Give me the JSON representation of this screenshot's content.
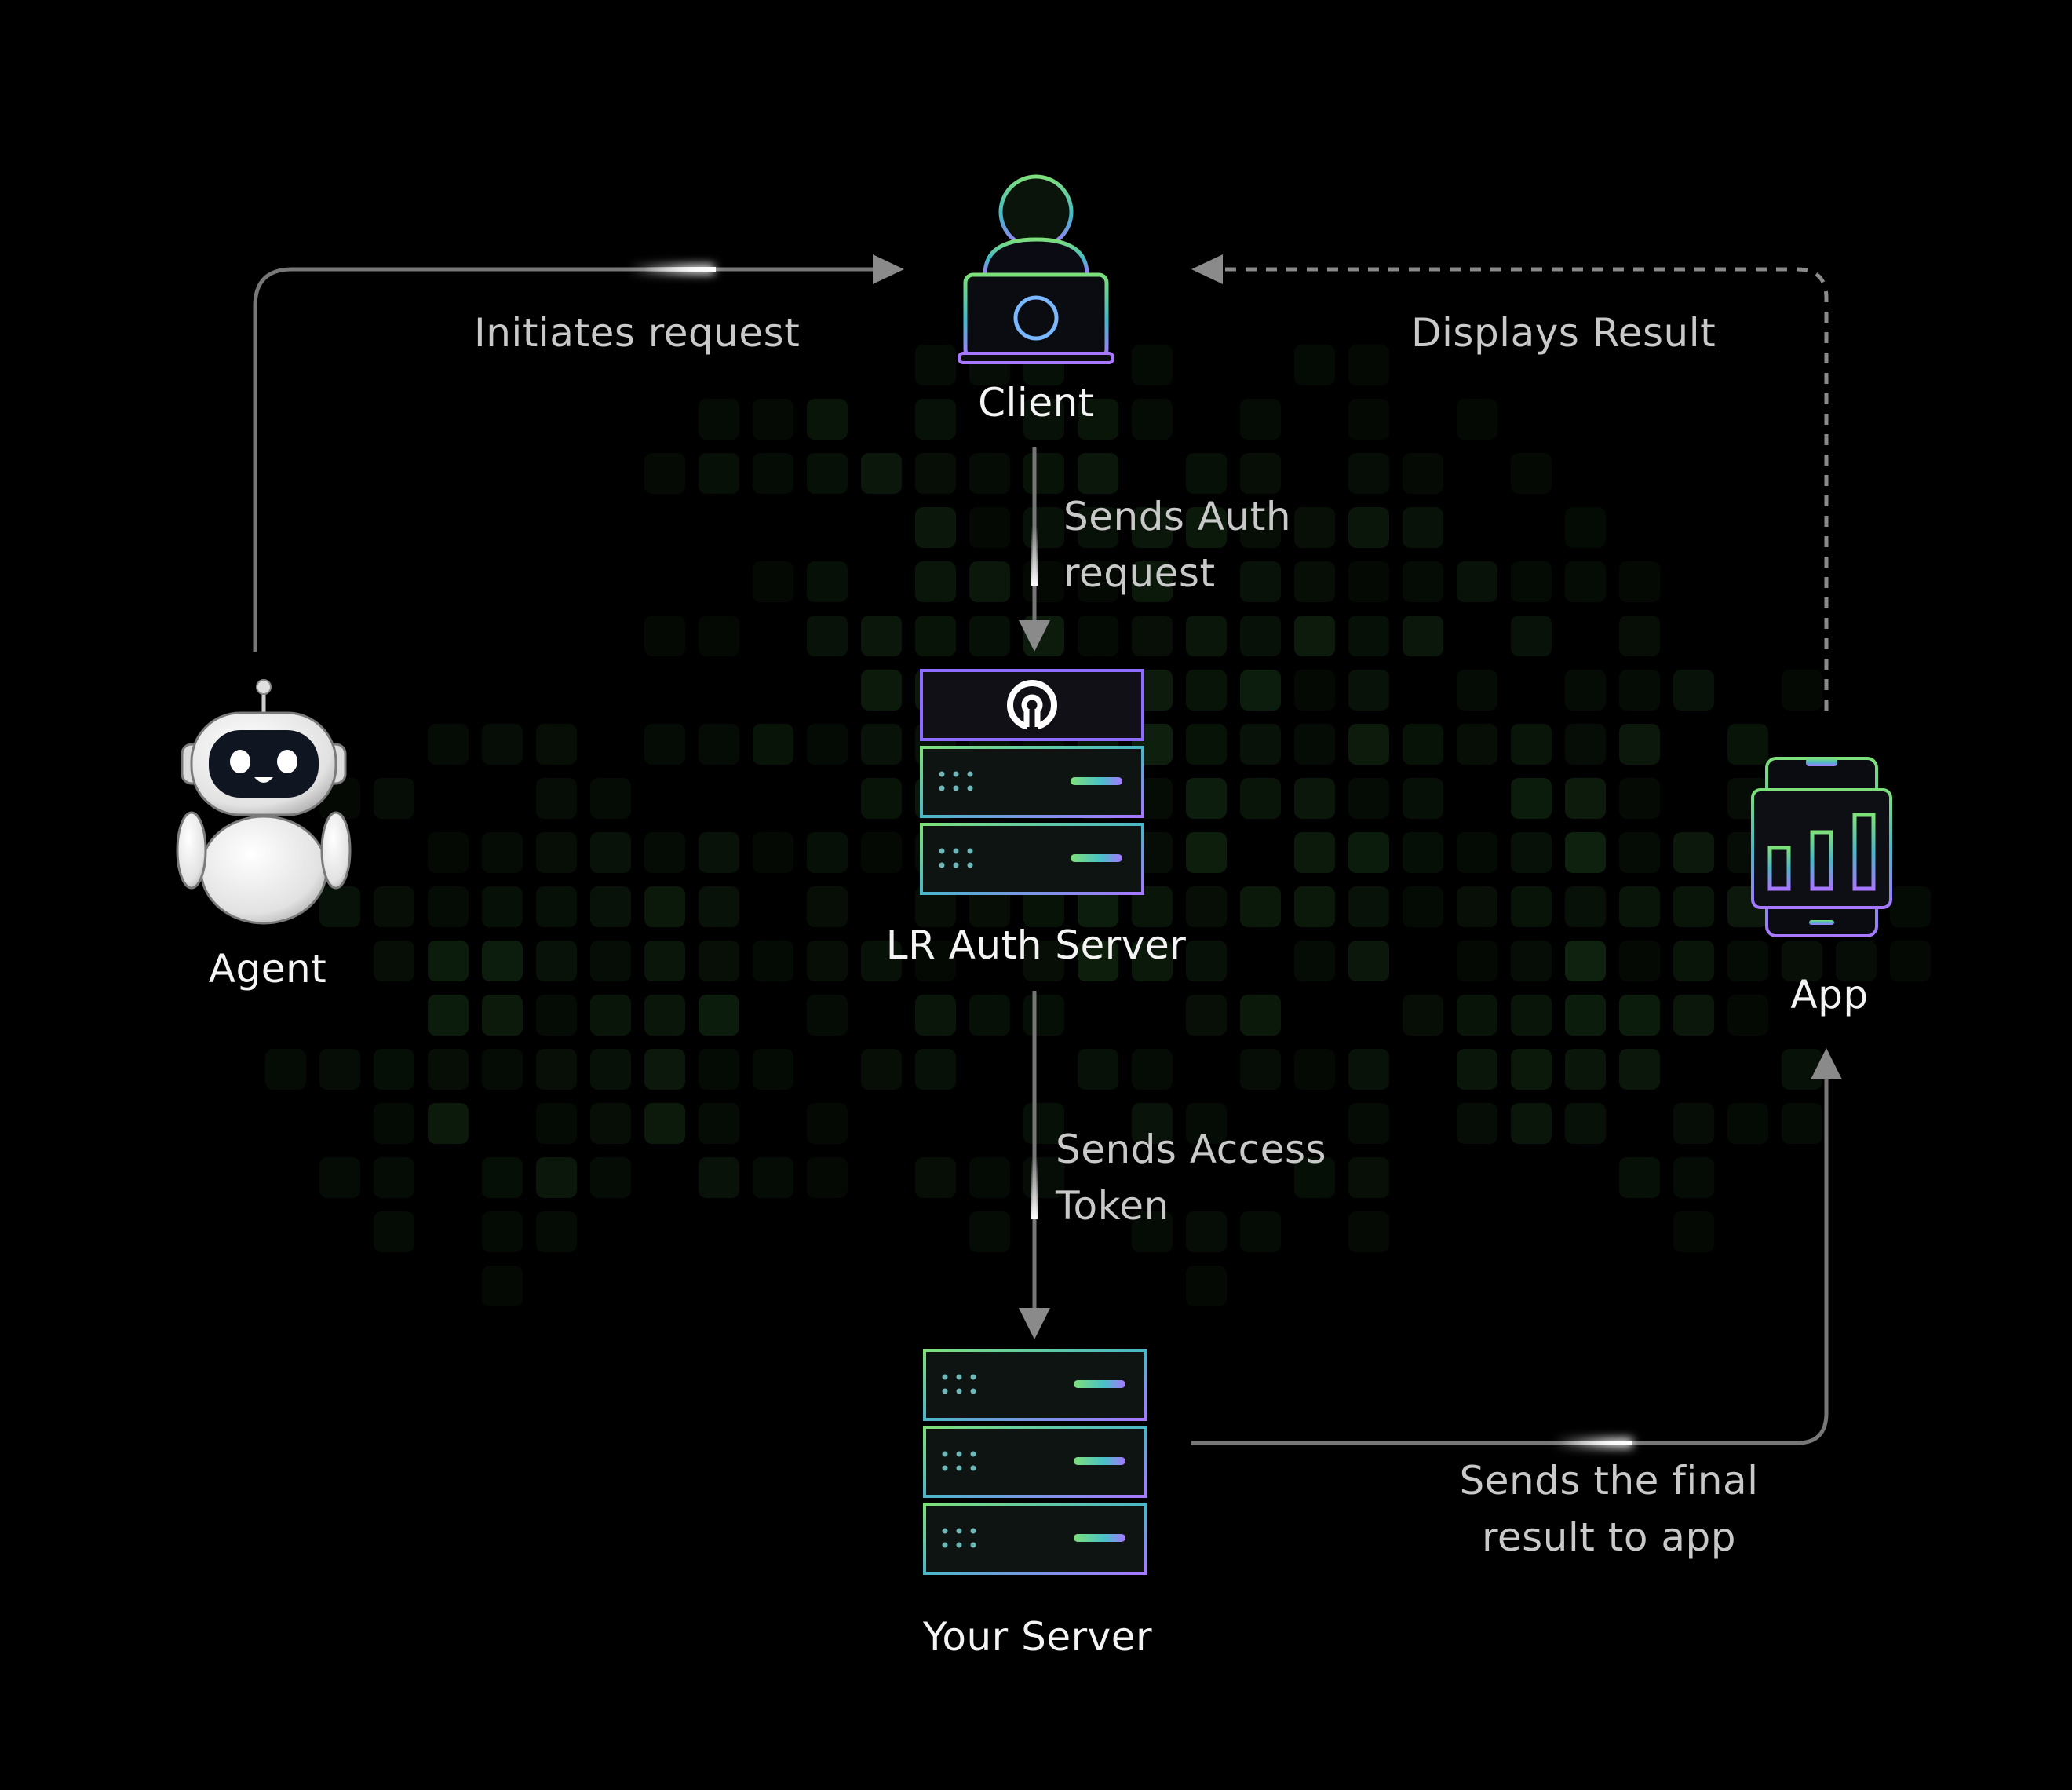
{
  "nodes": {
    "client": "Client",
    "agent": "Agent",
    "auth_server": "LR Auth Server",
    "your_server": "Your Server",
    "app": "App"
  },
  "edges": {
    "initiates": [
      "Initiates request"
    ],
    "displays": [
      "Displays Result"
    ],
    "auth_request": [
      "Sends Auth",
      "request"
    ],
    "access_token": [
      "Sends Access",
      "Token"
    ],
    "final_result": [
      "Sends the final",
      "result to app"
    ]
  },
  "icons": {
    "client": "user-laptop-icon",
    "agent": "robot-icon",
    "auth_server": "auth-server-rack-icon",
    "your_server": "server-rack-icon",
    "app": "mobile-analytics-icon"
  },
  "colors": {
    "background": "#000000",
    "line": "#777777",
    "label": "#c9c9c9",
    "node_label": "#f4f4f4",
    "gradient_green": "#7ee07a",
    "gradient_cyan": "#3fbfd8",
    "gradient_purple": "#a777ff",
    "pixel_green": "#0f220f"
  }
}
